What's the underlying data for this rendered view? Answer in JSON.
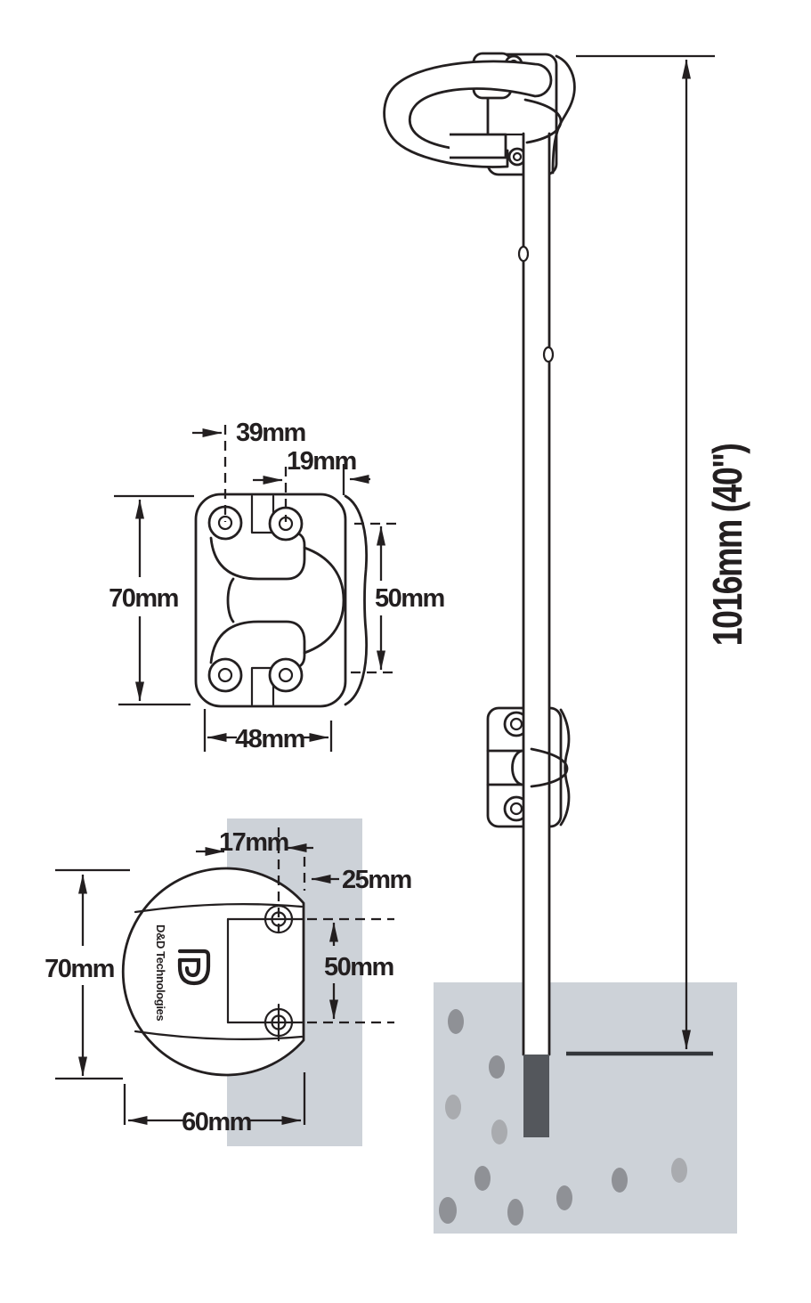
{
  "labels": {
    "front_view": {
      "offset_left": "39mm",
      "offset_right": "19mm",
      "height": "70mm",
      "hole_spacing": "50mm",
      "width": "48mm"
    },
    "plan_view": {
      "edge_to_hole": "17mm",
      "edge_to_face": "25mm",
      "height": "70mm",
      "hole_spacing": "50mm",
      "width": "60mm"
    },
    "elevation": {
      "length": "1016mm  (40\")"
    },
    "brand": "D&D Technologies"
  },
  "colors": {
    "ink": "#231f20",
    "concrete": "#cdd2d8",
    "post": "#cdd2d8",
    "bolt_tip": "#54575c",
    "ground_line": "#33363a",
    "speckle_a": "#8f9196",
    "speckle_b": "#a9abaf"
  }
}
